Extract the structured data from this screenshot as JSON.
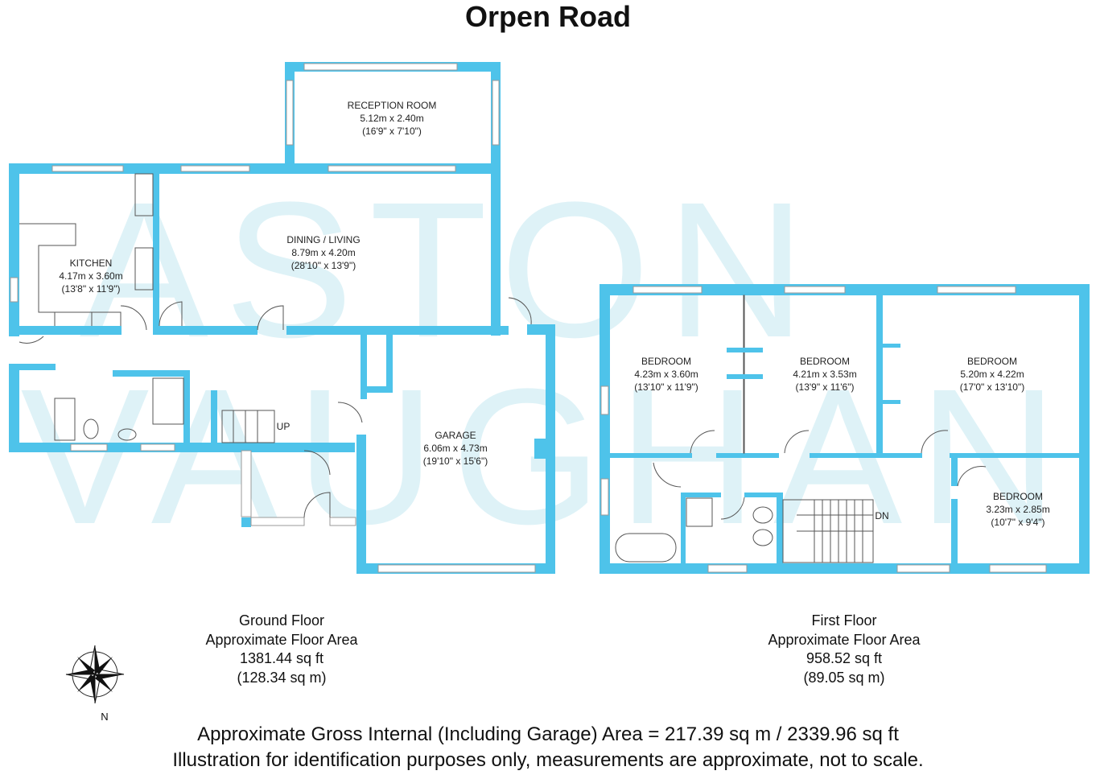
{
  "title": "Orpen Road",
  "watermark": [
    "ASTON",
    "VAUGHAN"
  ],
  "colors": {
    "wall": "#4ec3ea",
    "watermark": "#7fcfe0"
  },
  "ground_floor": {
    "rooms": [
      {
        "name": "RECEPTION ROOM",
        "metric": "5.12m x 2.40m",
        "imperial": "(16'9\" x 7'10\")"
      },
      {
        "name": "DINING / LIVING",
        "metric": "8.79m x 4.20m",
        "imperial": "(28'10\" x 13'9\")"
      },
      {
        "name": "KITCHEN",
        "metric": "4.17m x 3.60m",
        "imperial": "(13'8\" x 11'9\")"
      },
      {
        "name": "GARAGE",
        "metric": "6.06m x 4.73m",
        "imperial": "(19'10\" x 15'6\")"
      }
    ],
    "stairs_label": "UP",
    "area": {
      "name": "Ground Floor",
      "label": "Approximate Floor Area",
      "sqft": "1381.44 sq ft",
      "sqm": "(128.34 sq m)"
    }
  },
  "first_floor": {
    "rooms": [
      {
        "name": "BEDROOM",
        "metric": "4.23m x 3.60m",
        "imperial": "(13'10\" x 11'9\")"
      },
      {
        "name": "BEDROOM",
        "metric": "4.21m x 3.53m",
        "imperial": "(13'9\" x 11'6\")"
      },
      {
        "name": "BEDROOM",
        "metric": "5.20m x 4.22m",
        "imperial": "(17'0\" x 13'10\")"
      },
      {
        "name": "BEDROOM",
        "metric": "3.23m x 2.85m",
        "imperial": "(10'7\" x 9'4\")"
      }
    ],
    "stairs_label": "DN",
    "area": {
      "name": "First Floor",
      "label": "Approximate Floor Area",
      "sqft": "958.52 sq ft",
      "sqm": "(89.05 sq m)"
    }
  },
  "compass": {
    "label": "N"
  },
  "footer": {
    "line1": "Approximate Gross Internal (Including Garage) Area = 217.39 sq m / 2339.96 sq ft",
    "line2": "Illustration for identification purposes only, measurements are approximate, not to scale."
  }
}
